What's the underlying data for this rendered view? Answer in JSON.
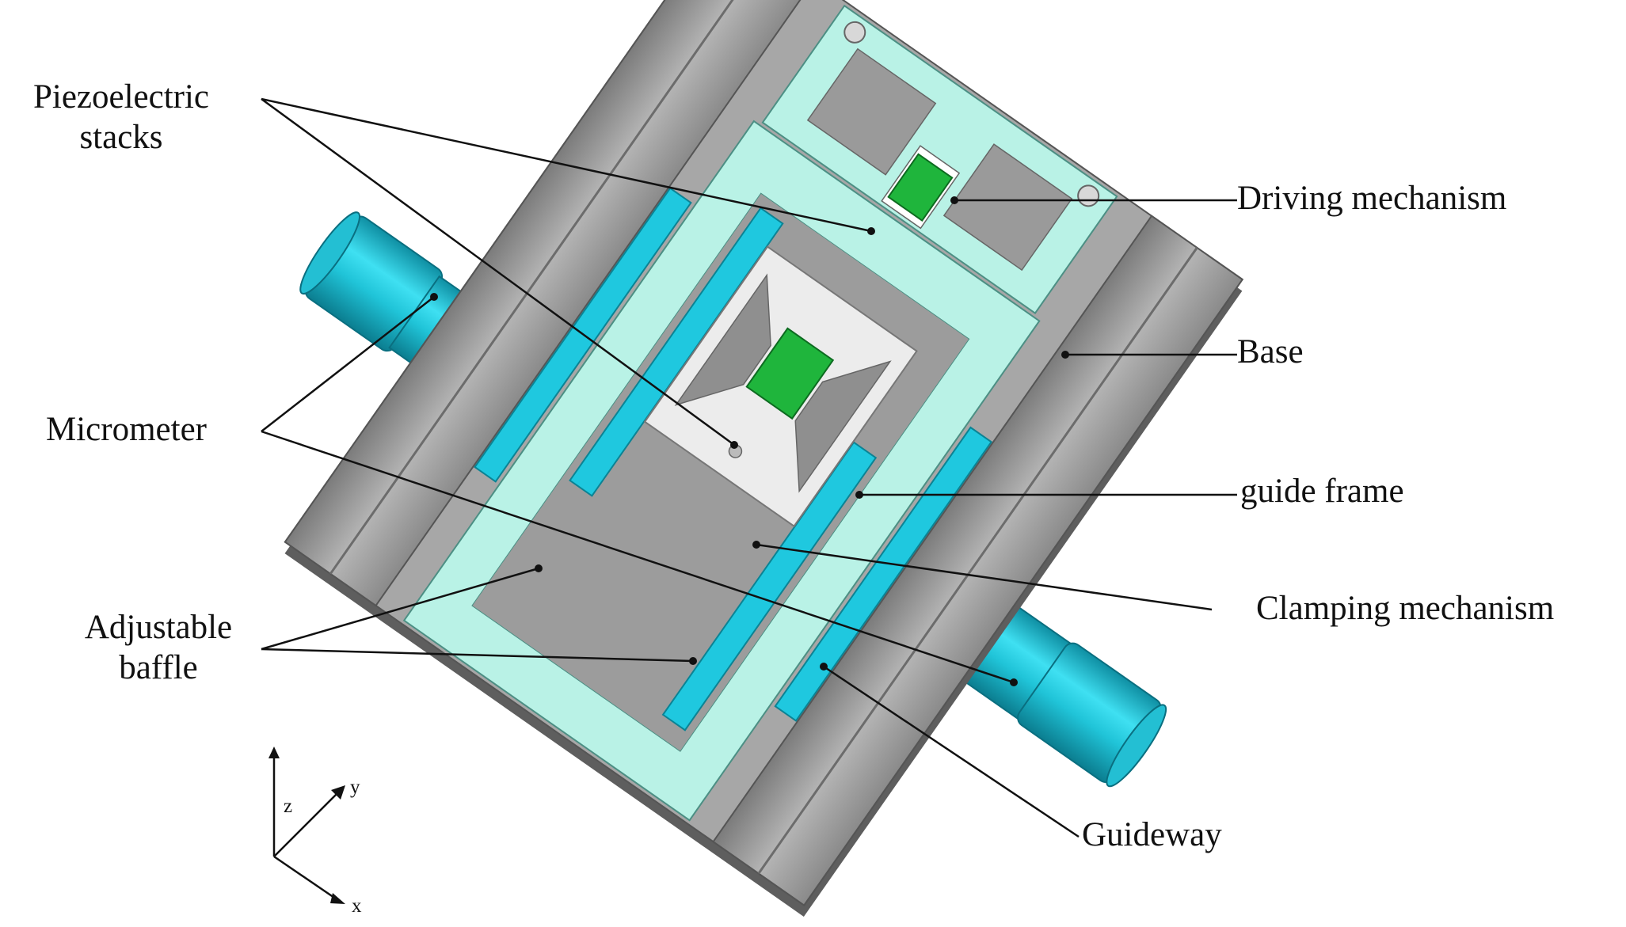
{
  "labels": {
    "piezoelectric_stacks": [
      "Piezoelectric",
      "stacks"
    ],
    "micrometer": "Micrometer",
    "adjustable_baffle": [
      "Adjustable",
      "baffle"
    ],
    "driving_mechanism": "Driving mechanism",
    "base": "Base",
    "guide_frame": "guide frame",
    "clamping_mechanism": "Clamping mechanism",
    "guideway": "Guideway"
  },
  "axes": {
    "x": "x",
    "y": "y",
    "z": "z"
  },
  "colors": {
    "base_gray": "#a9a9a9",
    "base_dark": "#6f6f6f",
    "guide_frame": "#b9f2e6",
    "baffle": "#1fc8df",
    "micrometer": "#19b8cc",
    "piezo": "#1fb53c",
    "clamp": "#ececec",
    "leader": "#111111"
  }
}
